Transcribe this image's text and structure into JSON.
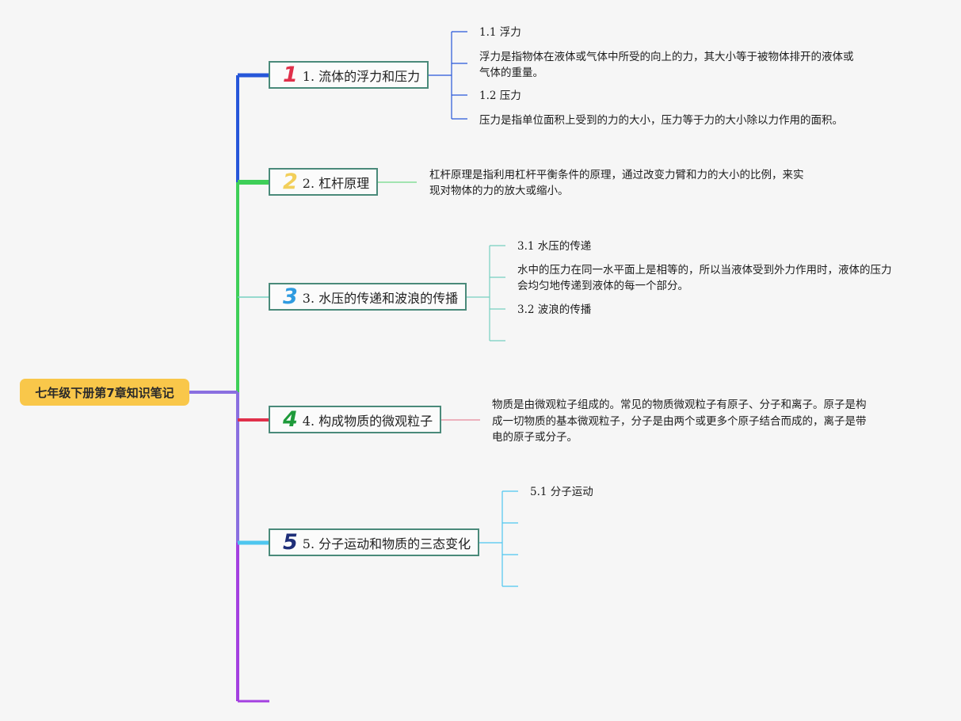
{
  "root": {
    "title": "七年级下册第7章知识笔记"
  },
  "colors": {
    "root_bg": "#f9c74a",
    "node_border": "#4a8a7a",
    "branch1": "#2656d9",
    "branch2": "#3ecf58",
    "branch3": "#76d0c0",
    "branch4": "#e0304a",
    "branch5": "#4ec6ef",
    "branch6": "#a440e0"
  },
  "topics": [
    {
      "badge": "1",
      "badge_color": "#e0304a",
      "label": "1. 流体的浮力和压力",
      "children": [
        "1.1 浮力",
        "浮力是指物体在液体或气体中所受的向上的力，其大小等于被物体排开的液体或",
        "气体的重量。",
        "1.2 压力",
        "压力是指单位面积上受到的力的大小，压力等于力的大小除以力作用的面积。"
      ]
    },
    {
      "badge": "2",
      "badge_color": "#f2cf5a",
      "label": "2. 杠杆原理",
      "children": [
        "杠杆原理是指利用杠杆平衡条件的原理，通过改变力臂和力的大小的比例，来实",
        "现对物体的力的放大或缩小。"
      ]
    },
    {
      "badge": "3",
      "badge_color": "#2f9be0",
      "label": "3. 水压的传递和波浪的传播",
      "children": [
        "3.1 水压的传递",
        "水中的压力在同一水平面上是相等的，所以当液体受到外力作用时，液体的压力",
        "会均匀地传递到液体的每一个部分。",
        "3.2 波浪的传播"
      ]
    },
    {
      "badge": "4",
      "badge_color": "#1e9a3a",
      "label": "4. 构成物质的微观粒子",
      "children": [
        "物质是由微观粒子组成的。常见的物质微观粒子有原子、分子和离子。原子是构",
        "成一切物质的基本微观粒子，分子是由两个或更多个原子结合而成的，离子是带",
        "电的原子或分子。"
      ]
    },
    {
      "badge": "5",
      "badge_color": "#1e2e78",
      "label": "5. 分子运动和物质的三态变化",
      "children": [
        "5.1 分子运动"
      ]
    }
  ]
}
